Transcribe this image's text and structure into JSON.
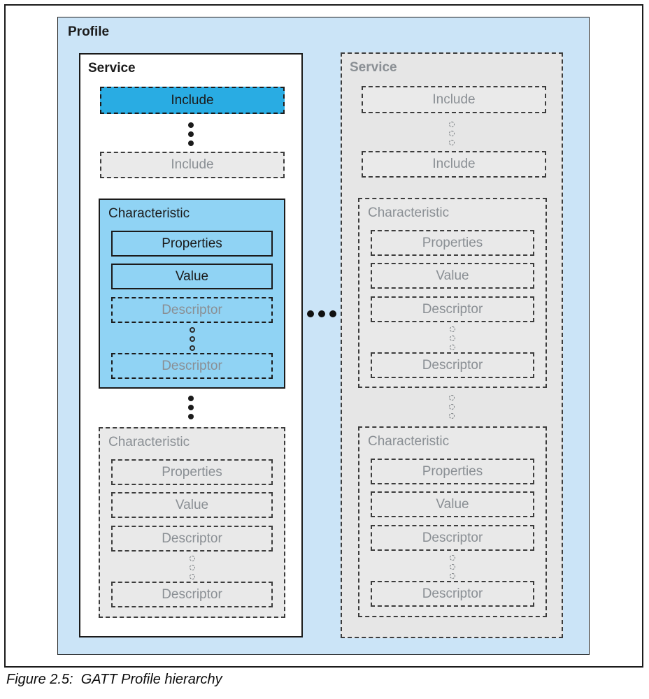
{
  "caption": "Figure 2.5:  GATT Profile hierarchy",
  "profile": {
    "label": "Profile"
  },
  "services": [
    {
      "label": "Service",
      "state": "active",
      "include_top": "Include",
      "include_bottom": "Include",
      "characteristics": [
        {
          "label": "Characteristic",
          "state": "active",
          "properties": "Properties",
          "value": "Value",
          "descriptor_top": "Descriptor",
          "descriptor_bottom": "Descriptor"
        },
        {
          "label": "Characteristic",
          "state": "inactive",
          "properties": "Properties",
          "value": "Value",
          "descriptor_top": "Descriptor",
          "descriptor_bottom": "Descriptor"
        }
      ]
    },
    {
      "label": "Service",
      "state": "inactive",
      "include_top": "Include",
      "include_bottom": "Include",
      "characteristics": [
        {
          "label": "Characteristic",
          "state": "inactive",
          "properties": "Properties",
          "value": "Value",
          "descriptor_top": "Descriptor",
          "descriptor_bottom": "Descriptor"
        },
        {
          "label": "Characteristic",
          "state": "inactive",
          "properties": "Properties",
          "value": "Value",
          "descriptor_top": "Descriptor",
          "descriptor_bottom": "Descriptor"
        }
      ]
    }
  ],
  "colors": {
    "profile_bg": "#CBE4F7",
    "include_active_bg": "#29ACE3",
    "characteristic_active_bg": "#90D3F4",
    "inactive_bg": "#E6E6E6",
    "inactive_text": "#8A8F94",
    "active_text": "#1B1B1B"
  }
}
